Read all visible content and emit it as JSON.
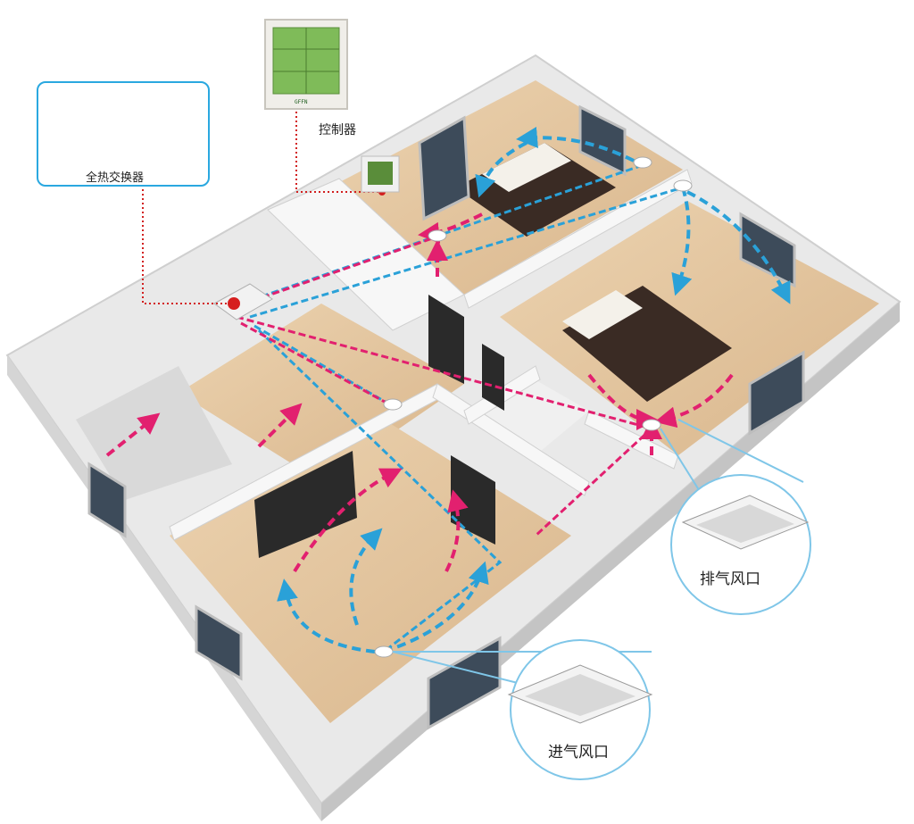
{
  "labels": {
    "heat_exchanger": "全热交换器",
    "controller": "控制器",
    "exhaust_vent": "排气风口",
    "intake_vent": "进气风口"
  },
  "controller_screen": {
    "brand": "GFFN"
  },
  "colors": {
    "supply_air": "#2aa1d8",
    "exhaust_air": "#e2206f",
    "callout_border": "#2aa8e0",
    "floor_wood": "#e6c9a3",
    "wall": "#f2f2f2",
    "leader_line": "#d21f1f"
  }
}
